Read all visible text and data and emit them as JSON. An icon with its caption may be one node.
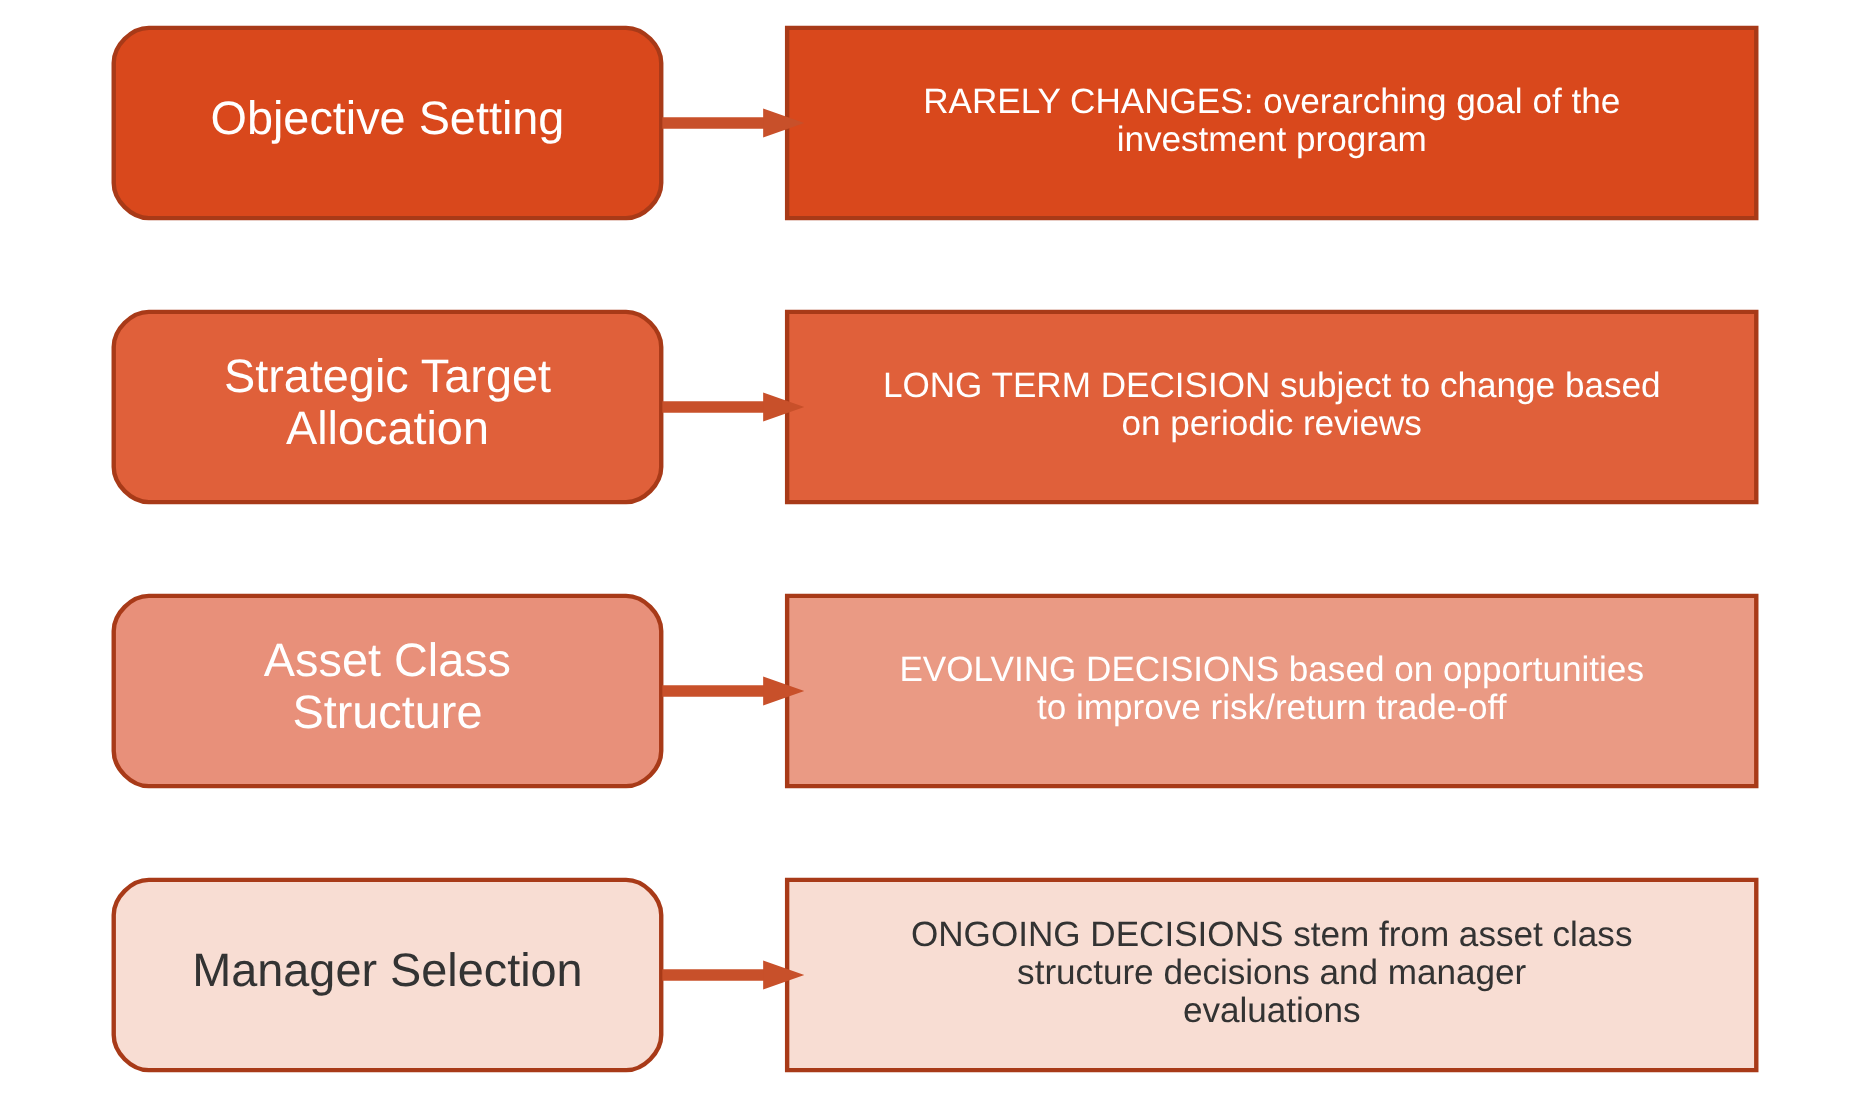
{
  "diagram": {
    "nodes": [
      {
        "text": [
          "Objective Setting"
        ]
      },
      {
        "text": [
          "RARELY CHANGES: overarching goal of the investment program"
        ]
      },
      {
        "text": [
          "Strategic Target Allocation"
        ]
      },
      {
        "text": [
          "LONG TERM DECISION subject to change based on periodic reviews"
        ]
      },
      {
        "text": [
          "Asset Class Structure"
        ]
      },
      {
        "text": [
          "EVOLVING DECISIONS based on opportunities to improve risk/return trade-off"
        ]
      },
      {
        "text": [
          "Manager Selection"
        ]
      },
      {
        "text": [
          "ONGOING DECISIONS stem from asset class structure decisions and manager evaluations"
        ]
      }
    ],
    "edges": [
      {
        "from": 0,
        "to": 1,
        "arrow": "to"
      },
      {
        "from": 2,
        "to": 3,
        "arrow": "to"
      },
      {
        "from": 4,
        "to": 5,
        "arrow": "to"
      },
      {
        "from": 6,
        "to": 7,
        "arrow": "to"
      }
    ]
  }
}
